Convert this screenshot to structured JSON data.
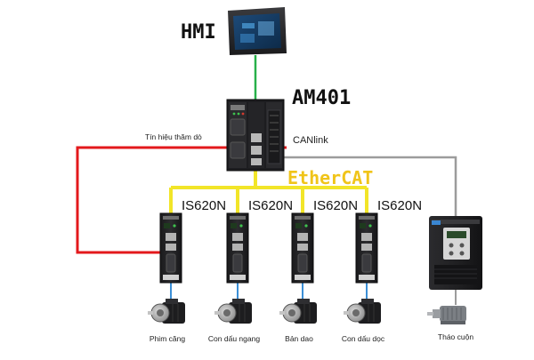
{
  "diagram": {
    "hmi_label": "HMI",
    "controller_label": "AM401",
    "probe_signal_label": "Tín hiệu thăm dò",
    "canlink_label": "CANlink",
    "ethercat_label": "EtherCAT",
    "drives": [
      {
        "label": "IS620N",
        "motor_label": "Phim căng"
      },
      {
        "label": "IS620N",
        "motor_label": "Con dấu ngang"
      },
      {
        "label": "IS620N",
        "motor_label": "Bản dao"
      },
      {
        "label": "IS620N",
        "motor_label": "Con dấu dọc"
      }
    ],
    "inverter_motor_label": "Tháo cuộn",
    "colors": {
      "probe_line": "#e3191c",
      "ethercat_line": "#f2e528",
      "ethercat_text": "#f0c419",
      "canlink_line": "#9c9c9c",
      "hmi_line": "#28b04a",
      "motor_line": "#3b8fd6"
    }
  }
}
